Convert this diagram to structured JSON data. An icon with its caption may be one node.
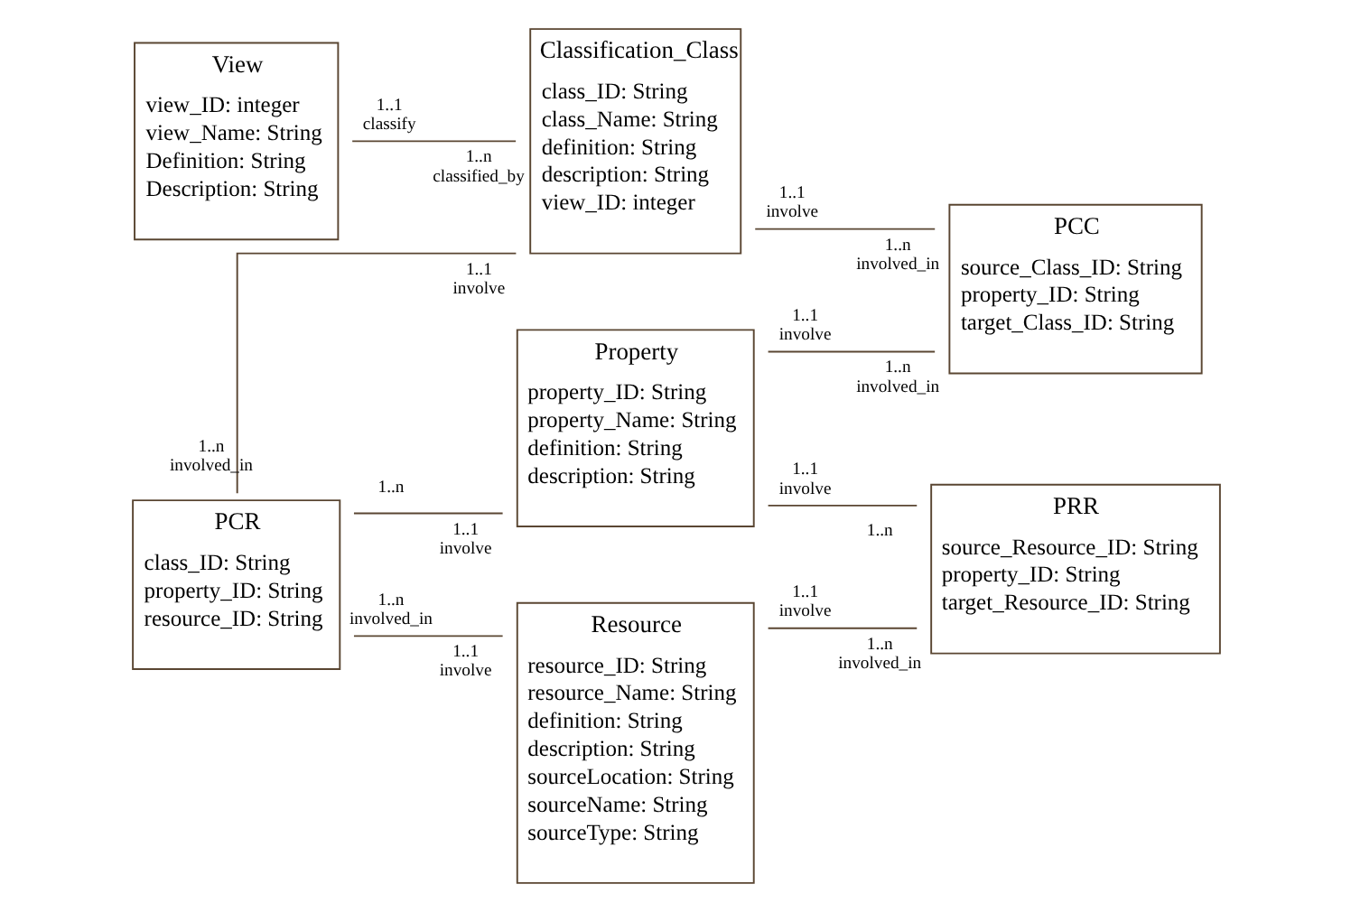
{
  "diagram": {
    "nodes": [
      {
        "text": [
          "View",
          "view_ID: integer",
          "view_Name: String",
          "Definition: String",
          "Description: String"
        ]
      },
      {
        "text": [
          "Classification_Class",
          "class_ID: String",
          "class_Name: String",
          "definition: String",
          "description: String",
          "view_ID: integer"
        ]
      },
      {
        "text": [
          "PCC",
          "source_Class_ID: String",
          "property_ID: String",
          "target_Class_ID: String"
        ]
      },
      {
        "text": [
          "PCR",
          "class_ID: String",
          "property_ID: String",
          "resource_ID: String"
        ]
      },
      {
        "text": [
          "Property",
          "property_ID: String",
          "property_Name: String",
          "definition: String",
          "description: String"
        ]
      },
      {
        "text": [
          "PRR",
          "source_Resource_ID: String",
          "property_ID: String",
          "target_Resource_ID: String"
        ]
      },
      {
        "text": [
          "Resource",
          "resource_ID: String",
          "resource_Name: String",
          "definition: String",
          "description: String",
          "sourceLocation: String",
          "sourceName: String",
          "sourceType: String"
        ]
      }
    ],
    "edges": [
      {
        "from": 0,
        "to": 1,
        "arrow": "none"
      },
      {
        "from": 1,
        "to": 2,
        "arrow": "none"
      },
      {
        "from": 1,
        "to": 3,
        "arrow": "none"
      },
      {
        "from": 3,
        "to": 4,
        "arrow": "none"
      },
      {
        "from": 4,
        "to": 2,
        "arrow": "none"
      },
      {
        "from": 4,
        "to": 5,
        "arrow": "none"
      },
      {
        "from": 3,
        "to": 6,
        "arrow": "none"
      },
      {
        "from": 6,
        "to": 5,
        "arrow": "none"
      }
    ],
    "labels": [
      "classify",
      "classified_by",
      "1..1",
      "1..n",
      "1..1",
      "1..1",
      "involve",
      "involve",
      "1..n",
      "involved_in",
      "1..n",
      "1..1",
      "1..n",
      "involved_in",
      "involve",
      "involved_in",
      "1..n",
      "1..1",
      "involve",
      "1..1",
      "1..n",
      "involve",
      "1..n",
      "involved_in",
      "1..n",
      "involved_in",
      "1..1",
      "1..1",
      "involve",
      "involve"
    ]
  }
}
